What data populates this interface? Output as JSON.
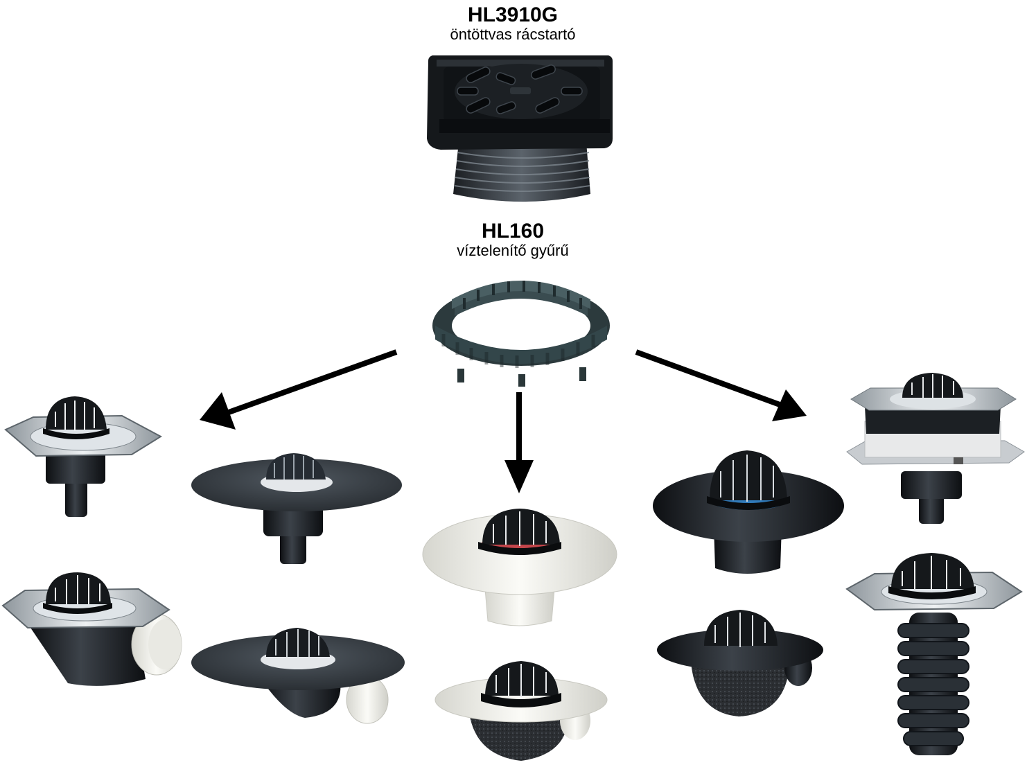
{
  "top_product": {
    "code": "HL3910G",
    "description": "öntöttvas rácstartó"
  },
  "ring_product": {
    "code": "HL160",
    "description": "víztelenítő gyűrű"
  },
  "products": [
    {
      "name": "drain-flanged-vertical",
      "style": "flange-dome"
    },
    {
      "name": "drain-flanged-horizontal",
      "style": "flange-horizontal"
    },
    {
      "name": "drain-membrane-vertical",
      "style": "membrane-vertical"
    },
    {
      "name": "drain-membrane-horizontal",
      "style": "membrane-horizontal"
    },
    {
      "name": "drain-white-collar-vertical",
      "style": "white-vertical"
    },
    {
      "name": "drain-white-collar-horizontal",
      "style": "white-horizontal"
    },
    {
      "name": "drain-bitumen-collar-vertical",
      "style": "bitumen-vertical"
    },
    {
      "name": "drain-bitumen-collar-horizontal",
      "style": "bitumen-horizontal"
    },
    {
      "name": "drain-insulated-box",
      "style": "box"
    },
    {
      "name": "drain-corrugated-extension",
      "style": "corrugated"
    }
  ],
  "colors": {
    "arrow": "#000000",
    "dark": "#1a1d21",
    "mid": "#3a4047",
    "steel": "#b9c0c6",
    "white_part": "#f1f1ec"
  }
}
